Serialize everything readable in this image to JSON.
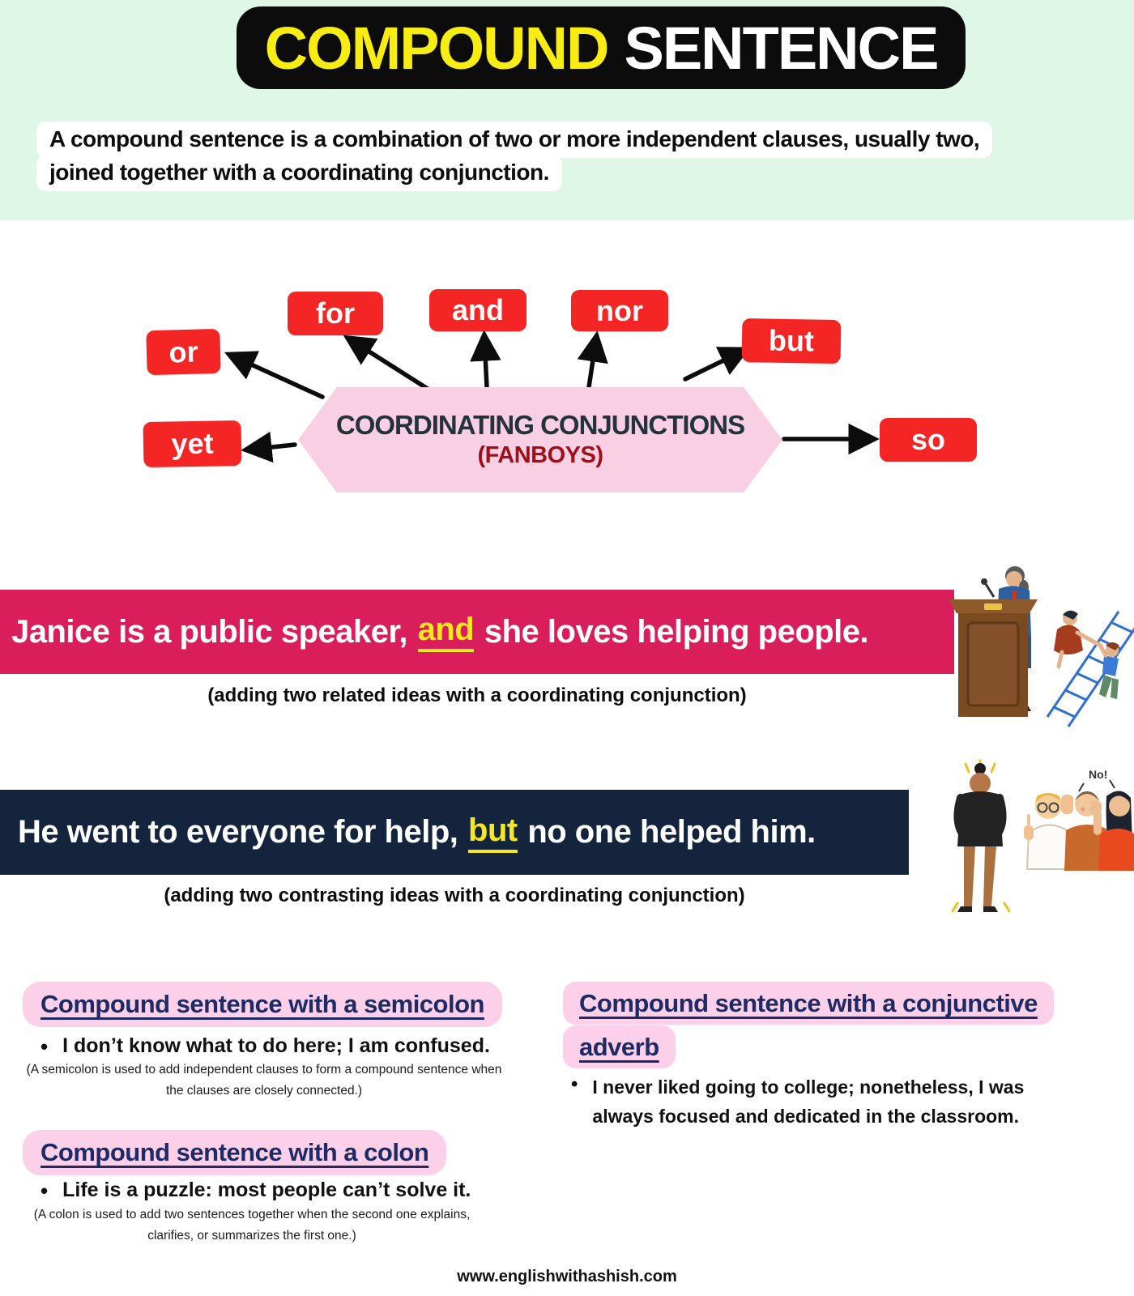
{
  "title": {
    "part1": "COMPOUND",
    "part2": "SENTENCE"
  },
  "definition": {
    "line1": "A compound sentence is a combination of two or more independent clauses, usually two,",
    "line2": "joined together with a coordinating conjunction."
  },
  "diagram": {
    "center_title": "COORDINATING CONJUNCTIONS",
    "center_subtitle": "(FANBOYS)",
    "conjunctions": [
      "for",
      "and",
      "nor",
      "or",
      "but",
      "yet",
      "so"
    ]
  },
  "examples": [
    {
      "pre": "Janice is a public speaker,",
      "highlight": "and",
      "post": "she loves helping people.",
      "caption": "(adding two related ideas with a coordinating conjunction)"
    },
    {
      "pre": "He went to everyone for help,",
      "highlight": "but",
      "post": "no one helped him.",
      "caption": "(adding two contrasting ideas with a coordinating conjunction)"
    }
  ],
  "sections": [
    {
      "heading": "Compound sentence with a semicolon",
      "bullet": "I don’t know what to do here; I am confused.",
      "note_line1": "(A semicolon is used to add independent clauses to form a compound sentence when",
      "note_line2": "the clauses are closely connected.)"
    },
    {
      "heading": "Compound sentence with a colon",
      "bullet": "Life is a puzzle: most people can’t solve it.",
      "note_line1": "(A colon is used to add two sentences together when the second one explains,",
      "note_line2": "clarifies, or summarizes the first one.)"
    },
    {
      "heading": "Compound sentence with a conjunctive adverb",
      "bullet_line1": "I never liked going to college; nonetheless, I was",
      "bullet_line2": "always focused and dedicated in the classroom."
    }
  ],
  "illustrations": {
    "no_label": "No!"
  },
  "footer": {
    "site": "www.englishwithashish.com"
  },
  "ui": {
    "bullet_glyph": "•"
  },
  "colors": {
    "mint_bg": "#dff7e6",
    "title_yellow": "#f8ed13",
    "example_pink": "#d91e5b",
    "example_navy": "#14243d",
    "highlight_yellow": "#f6e71f",
    "conjunction_red": "#f32525",
    "hexagon_pink": "#f9d0e3",
    "heading_highlight_pink": "#fbd0e8",
    "heading_text_navy": "#1e2a63",
    "fanboys_red": "#9e1019"
  }
}
